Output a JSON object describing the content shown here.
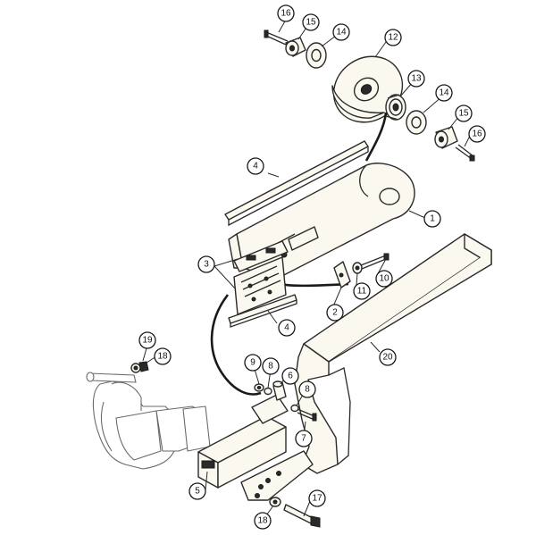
{
  "callouts": [
    {
      "label": "16"
    },
    {
      "label": "15"
    },
    {
      "label": "14"
    },
    {
      "label": "12"
    },
    {
      "label": "13"
    },
    {
      "label": "14"
    },
    {
      "label": "15"
    },
    {
      "label": "16"
    },
    {
      "label": "4"
    },
    {
      "label": "1"
    },
    {
      "label": "3"
    },
    {
      "label": "10"
    },
    {
      "label": "11"
    },
    {
      "label": "2"
    },
    {
      "label": "4"
    },
    {
      "label": "20"
    },
    {
      "label": "19"
    },
    {
      "label": "18"
    },
    {
      "label": "9"
    },
    {
      "label": "8"
    },
    {
      "label": "6"
    },
    {
      "label": "8"
    },
    {
      "label": "7"
    },
    {
      "label": "5"
    },
    {
      "label": "17"
    },
    {
      "label": "18"
    }
  ]
}
